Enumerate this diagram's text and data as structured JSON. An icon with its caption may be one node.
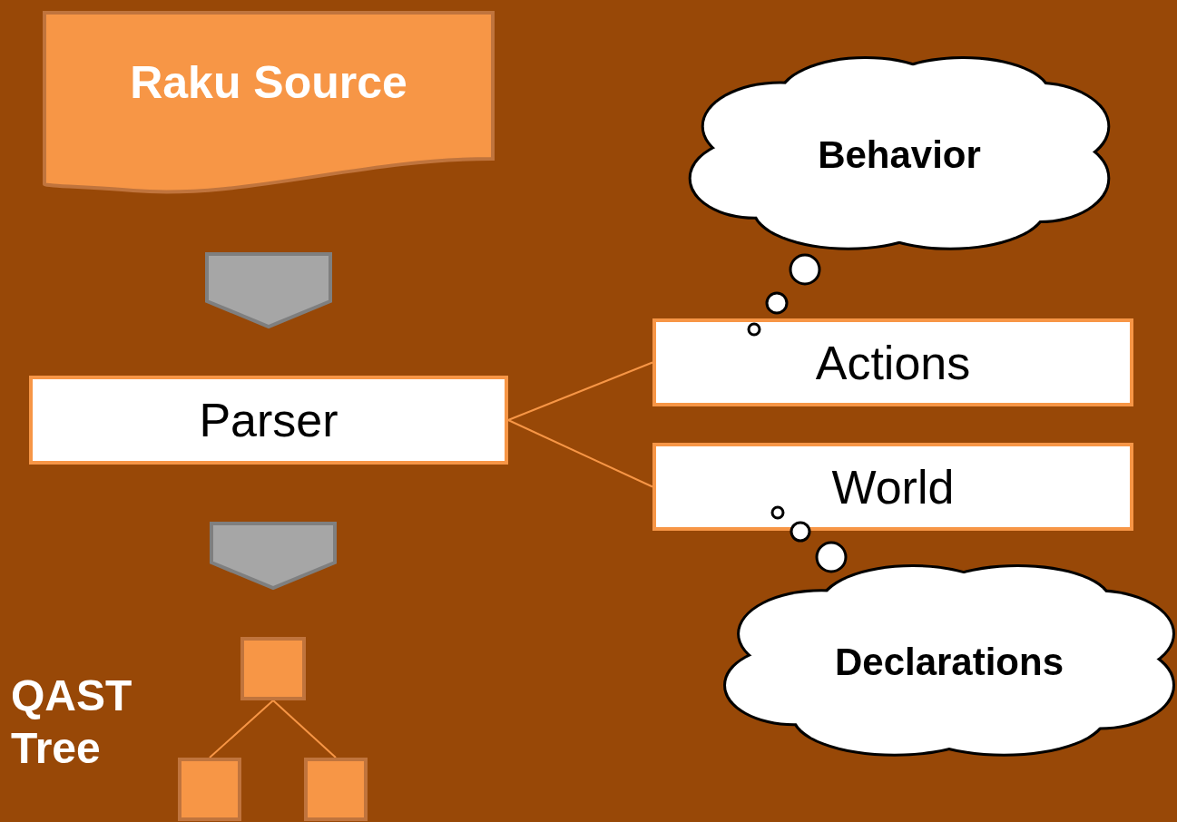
{
  "diagram": {
    "nodes": [
      {
        "text": [
          "Raku Source"
        ]
      },
      {
        "text": [
          "Behavior"
        ]
      },
      {
        "text": [
          "Actions"
        ]
      },
      {
        "text": [
          "Parser"
        ]
      },
      {
        "text": [
          "World"
        ]
      },
      {
        "text": [
          "Declarations"
        ]
      },
      {
        "text": [],
        "shape": "box"
      },
      {
        "text": [],
        "shape": "box"
      },
      {
        "text": [],
        "shape": "box"
      }
    ],
    "edges": [
      {
        "from": 0,
        "to": 3,
        "arrow": "to",
        "style": "thick",
        "color": "#a6a6a6"
      },
      {
        "from": 3,
        "to": 2,
        "arrow": "none"
      },
      {
        "from": 3,
        "to": 4,
        "arrow": "none"
      },
      {
        "from": 3,
        "to": 6,
        "arrow": "to",
        "style": "thick",
        "color": "#a6a6a6"
      },
      {
        "from": 6,
        "to": 7,
        "arrow": "none"
      },
      {
        "from": 6,
        "to": 8,
        "arrow": "none"
      }
    ],
    "labels": [
      "QAST Tree"
    ]
  }
}
